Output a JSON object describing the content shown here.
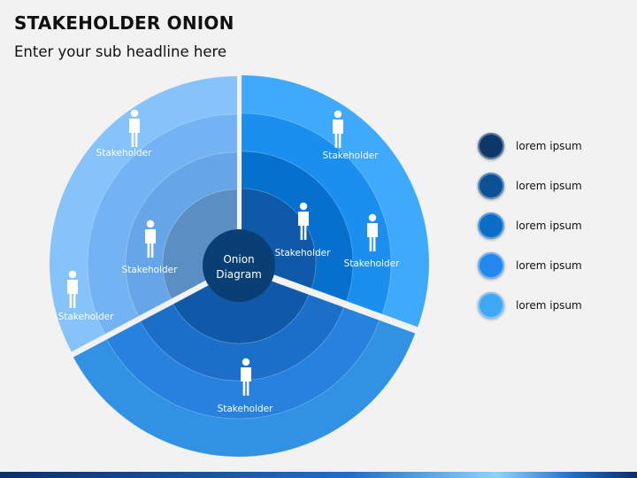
{
  "header": {
    "title": "STAKEHOLDER ONION",
    "subtitle": "Enter your sub headline here"
  },
  "diagram": {
    "center_label": [
      "Onion",
      "Diagram"
    ],
    "rings": 4,
    "sector_colors": {
      "left": [
        "#5b8fc4",
        "#66a6e8",
        "#74b3f3",
        "#86c3fa"
      ],
      "right": [
        "#0f5aa8",
        "#0670cf",
        "#1a8ff0",
        "#3fa9fb"
      ],
      "bottom": [
        "#0f5aa8",
        "#1b6fc9",
        "#2681df",
        "#3192e4"
      ],
      "core": "#0a3f75"
    },
    "stakeholders": [
      {
        "label": "Stakeholder",
        "sector": "left",
        "ring": 4
      },
      {
        "label": "Stakeholder",
        "sector": "right",
        "ring": 4
      },
      {
        "label": "Stakeholder",
        "sector": "left",
        "ring": 3
      },
      {
        "label": "Stakeholder",
        "sector": "right",
        "ring": 2
      },
      {
        "label": "Stakeholder",
        "sector": "right",
        "ring": 3
      },
      {
        "label": "Stakeholder",
        "sector": "left",
        "ring": 4
      },
      {
        "label": "Stakeholder",
        "sector": "bottom",
        "ring": 2
      }
    ]
  },
  "legend": {
    "items": [
      {
        "label": "lorem ipsum",
        "color": "#0b3769"
      },
      {
        "label": "lorem ipsum",
        "color": "#0b5196"
      },
      {
        "label": "lorem ipsum",
        "color": "#0a6dc7"
      },
      {
        "label": "lorem ipsum",
        "color": "#2288ef"
      },
      {
        "label": "lorem ipsum",
        "color": "#3fa8f5"
      }
    ]
  }
}
